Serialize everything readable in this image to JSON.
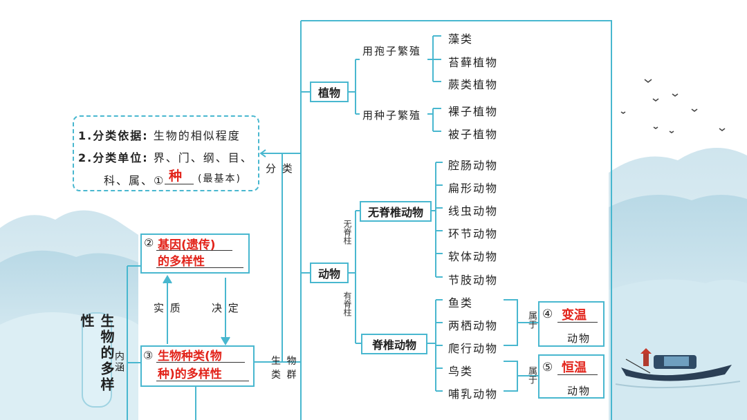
{
  "classification": {
    "basis_label": "1.分类依据:",
    "basis_text": "生物的相似程度",
    "unit_label": "2.分类单位:",
    "unit_text_1": "界、门、纲、目、",
    "unit_text_2": "科、属、①",
    "blank_1": "种",
    "note": "(最基本)"
  },
  "branch": {
    "classify": "分 类",
    "biota_1": "生 物",
    "biota_2": "类 群",
    "essence": "实 质",
    "decides": "决 定",
    "connotation": "内涵"
  },
  "diversity": {
    "title": "生物的多样性",
    "gene_prefix": "②",
    "gene_fill_1": "基因(遗传)",
    "gene_fill_2": "的多样性",
    "species_prefix": "③",
    "species_fill_1": "生物种类(物",
    "species_fill_2": "种)的多样性"
  },
  "plants": {
    "label": "植物",
    "spore": "用孢子繁殖",
    "seed": "用种子繁殖",
    "spore_items": [
      "藻类",
      "苔藓植物",
      "蕨类植物"
    ],
    "seed_items": [
      "裸子植物",
      "被子植物"
    ]
  },
  "animals": {
    "label": "动物",
    "no_spine": "无脊柱",
    "spine": "有脊柱",
    "invertebrate": "无脊椎动物",
    "vertebrate": "脊椎动物",
    "invert_items": [
      "腔肠动物",
      "扁形动物",
      "线虫动物",
      "环节动物",
      "软体动物",
      "节肢动物"
    ],
    "cold_items": [
      "鱼类",
      "两栖动物",
      "爬行动物"
    ],
    "warm_items": [
      "鸟类",
      "哺乳动物"
    ],
    "belongs": "属于",
    "cold_prefix": "④",
    "cold_fill": "变温",
    "cold_suffix": "动物",
    "warm_prefix": "⑤",
    "warm_fill": "恒温",
    "warm_suffix": "动物"
  }
}
